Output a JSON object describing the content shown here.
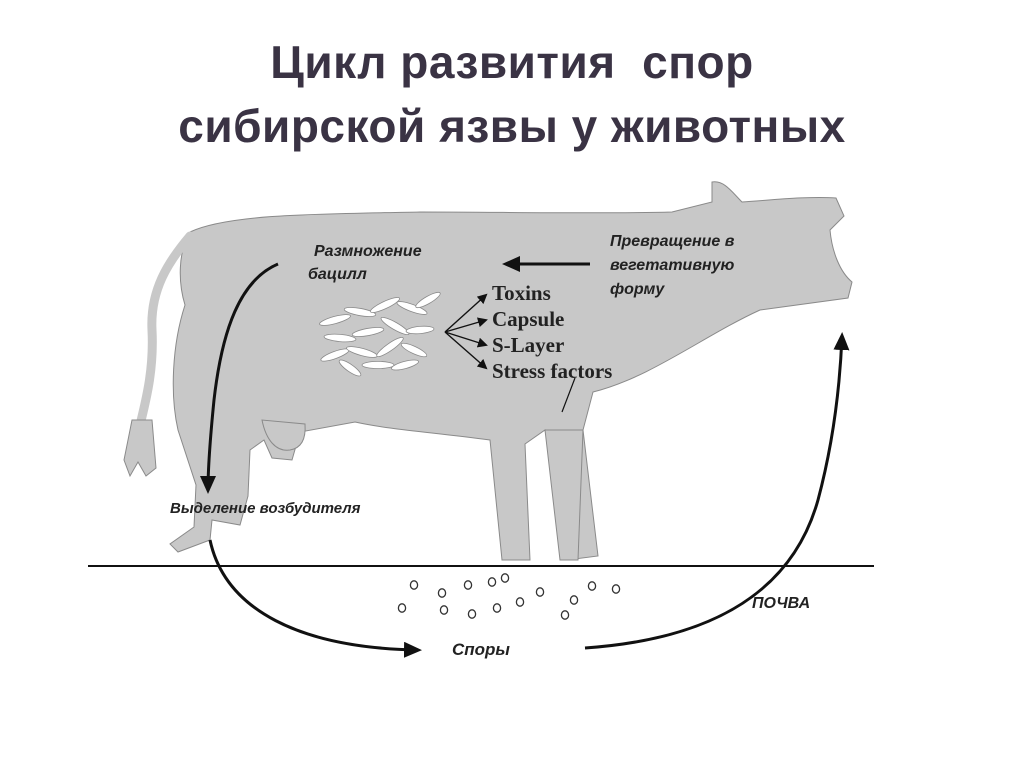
{
  "slide": {
    "title_line1": "Цикл развития  спор",
    "title_line2": "сибирской язвы у животных"
  },
  "diagram": {
    "labels": {
      "multiplication_line1": "Размножение",
      "multiplication_line2": "бацилл",
      "transformation_line1": "Превращение в",
      "transformation_line2": "вегетативную",
      "transformation_line3": "форму",
      "excretion": "Выделение возбудителя",
      "soil": "ПОЧВА",
      "spores": "Споры"
    },
    "factors": [
      "Toxins",
      "Capsule",
      "S-Layer",
      "Stress factors"
    ]
  },
  "colors": {
    "title": "#3a3344",
    "cow_body": "#c8c8c8",
    "text": "#222222",
    "line": "#111111"
  }
}
